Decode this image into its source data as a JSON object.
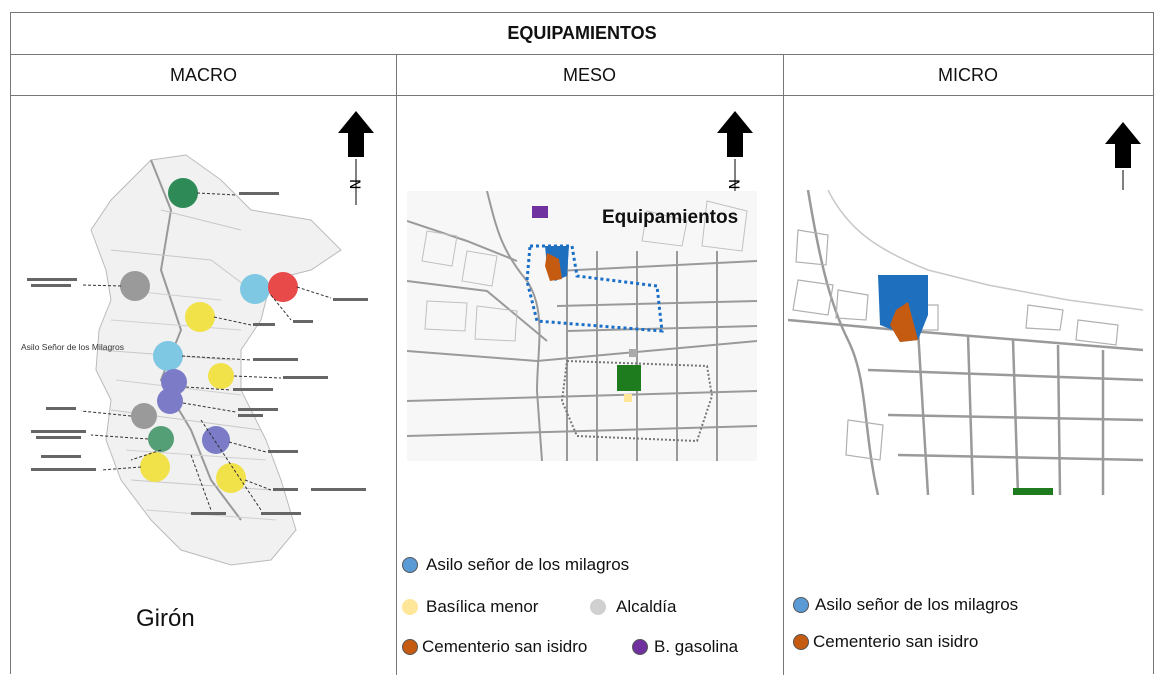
{
  "table": {
    "title": "EQUIPAMIENTOS",
    "columns": [
      "MACRO",
      "MESO",
      "MICRO"
    ]
  },
  "macro": {
    "city_label": "Girón",
    "map_label": "Asilo Señor de los Milagros"
  },
  "meso": {
    "map_title": "Equipamientos",
    "legend": [
      {
        "label": "Asilo señor de los milagros",
        "color": "#5b9bd5"
      },
      {
        "label": "Basílica menor",
        "color": "#ffe699"
      },
      {
        "label": "Alcaldía",
        "color": "#d0d0d0"
      },
      {
        "label": "Cementerio san isidro",
        "color": "#c55a11"
      },
      {
        "label": "B. gasolina",
        "color": "#7030a0"
      }
    ]
  },
  "micro": {
    "legend": [
      {
        "label": "Asilo señor de los milagros",
        "color": "#5b9bd5"
      },
      {
        "label": "Cementerio san isidro",
        "color": "#c55a11"
      }
    ]
  },
  "colors": {
    "asilo": "#1f6fbf",
    "cementerio": "#c55a11",
    "basilica": "#1e7b1e",
    "gasolina": "#7030a0",
    "circle_green": "#2e8b57",
    "circle_blue": "#7ec8e3",
    "circle_red": "#e84a4a",
    "circle_yellow": "#f2e24a",
    "circle_gray": "#9a9a9a",
    "circle_purple": "#7b7bc8"
  },
  "icons": {
    "north_arrow": "north-arrow-icon"
  }
}
